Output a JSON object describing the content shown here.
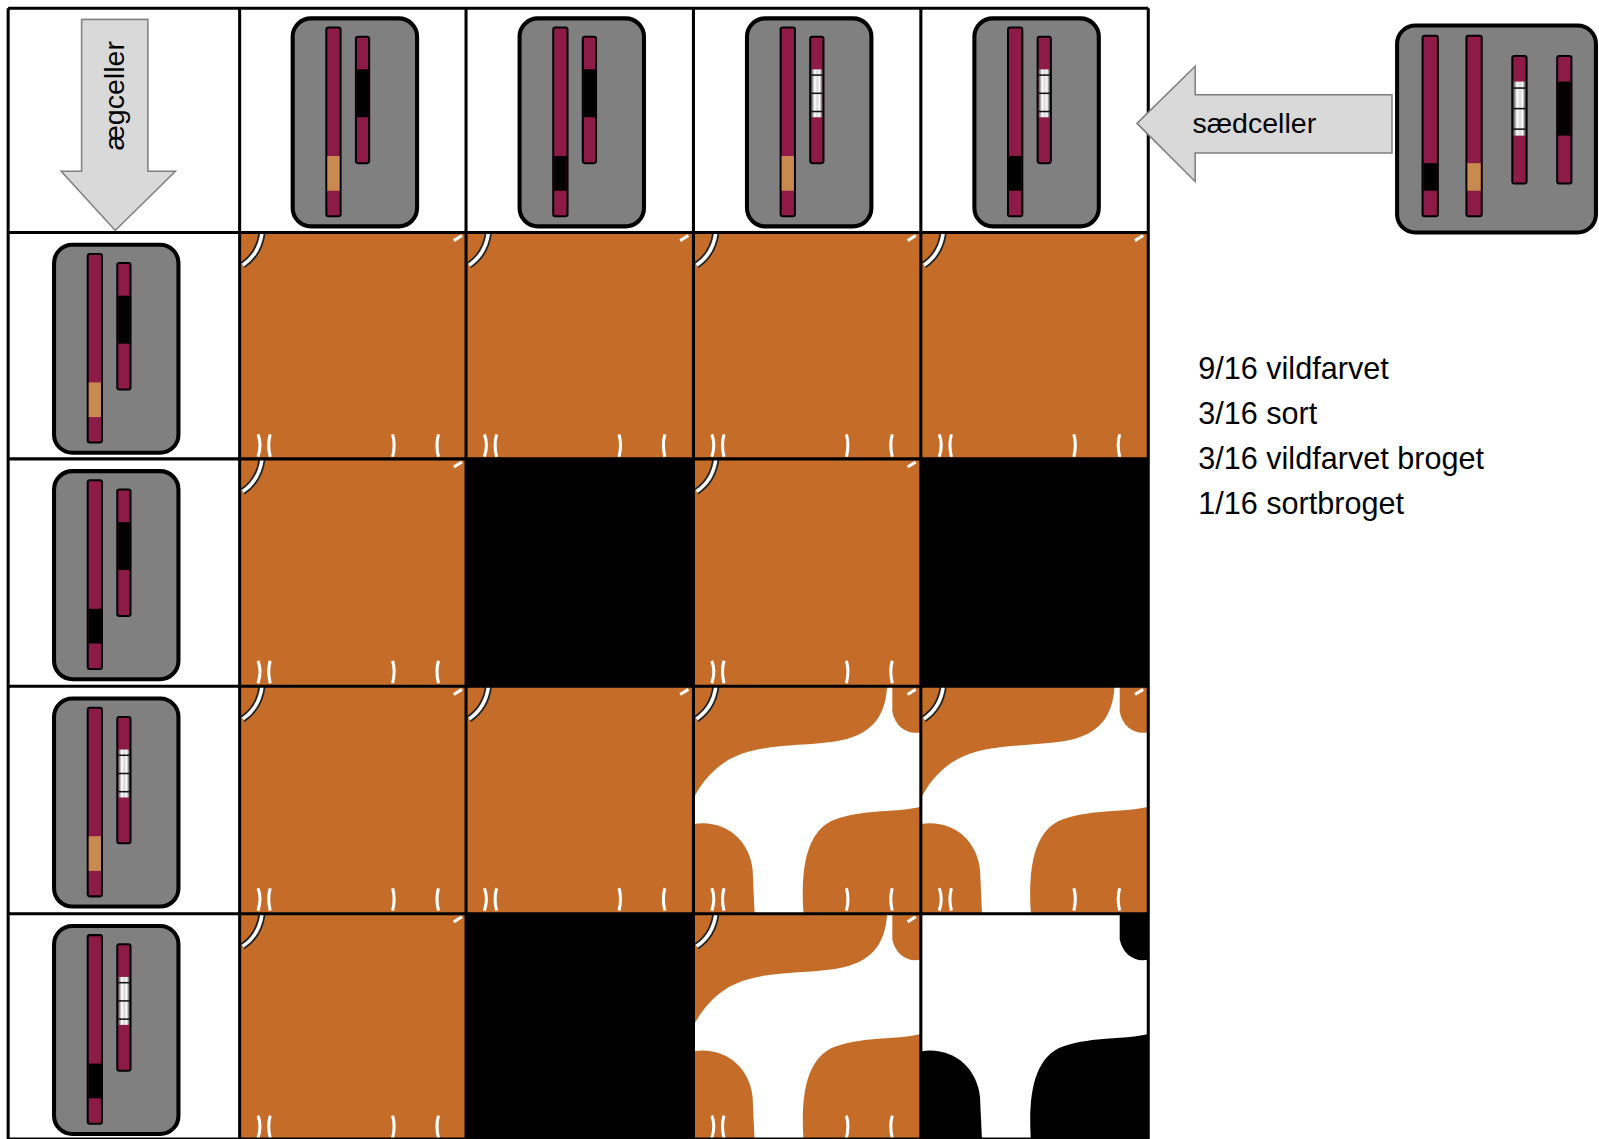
{
  "diagram": {
    "nodes": [
      {
        "text": [
          "ægceller"
        ]
      },
      {
        "text": [
          "sædceller"
        ]
      }
    ],
    "labels": [
      "9/16 vildfarvet",
      "3/16 sort",
      "3/16 vildfarvet broget",
      "1/16 sortbroget"
    ]
  }
}
